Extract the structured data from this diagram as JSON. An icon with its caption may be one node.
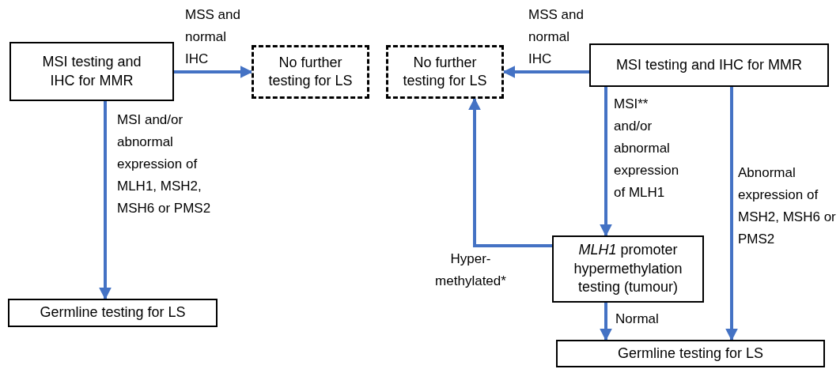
{
  "diagram": {
    "nodes": [
      {
        "text": [
          "MSI testing and IHC for MMR"
        ]
      },
      {
        "text": [
          "No further testing for LS"
        ]
      },
      {
        "text": [
          "Germline testing for LS"
        ]
      },
      {
        "text": [
          "No further testing for LS"
        ]
      },
      {
        "text": [
          "MSI testing and IHC for MMR"
        ]
      },
      {
        "text": [
          "*MLH1* promoter hypermethylation testing (tumour)"
        ]
      },
      {
        "text": [
          "Germline testing for LS"
        ]
      }
    ],
    "edges": [
      {
        "from": 0,
        "to": 1,
        "arrow": "to",
        "label": "MSS and normal IHC"
      },
      {
        "from": 0,
        "to": 2,
        "arrow": "to",
        "label": "MSI and/or abnormal expression of MLH1, MSH2, MSH6 or PMS2"
      },
      {
        "from": 4,
        "to": 3,
        "arrow": "to",
        "label": "MSS and normal IHC"
      },
      {
        "from": 4,
        "to": 5,
        "arrow": "to",
        "label": "MSI** and/or abnormal expression of MLH1"
      },
      {
        "from": 5,
        "to": 3,
        "arrow": "to",
        "label": "Hyper- methylated*"
      },
      {
        "from": 5,
        "to": 6,
        "arrow": "to",
        "label": "Normal"
      },
      {
        "from": 4,
        "to": 6,
        "arrow": "to",
        "label": "Abnormal expression of MSH2, MSH6 or PMS2"
      }
    ]
  }
}
